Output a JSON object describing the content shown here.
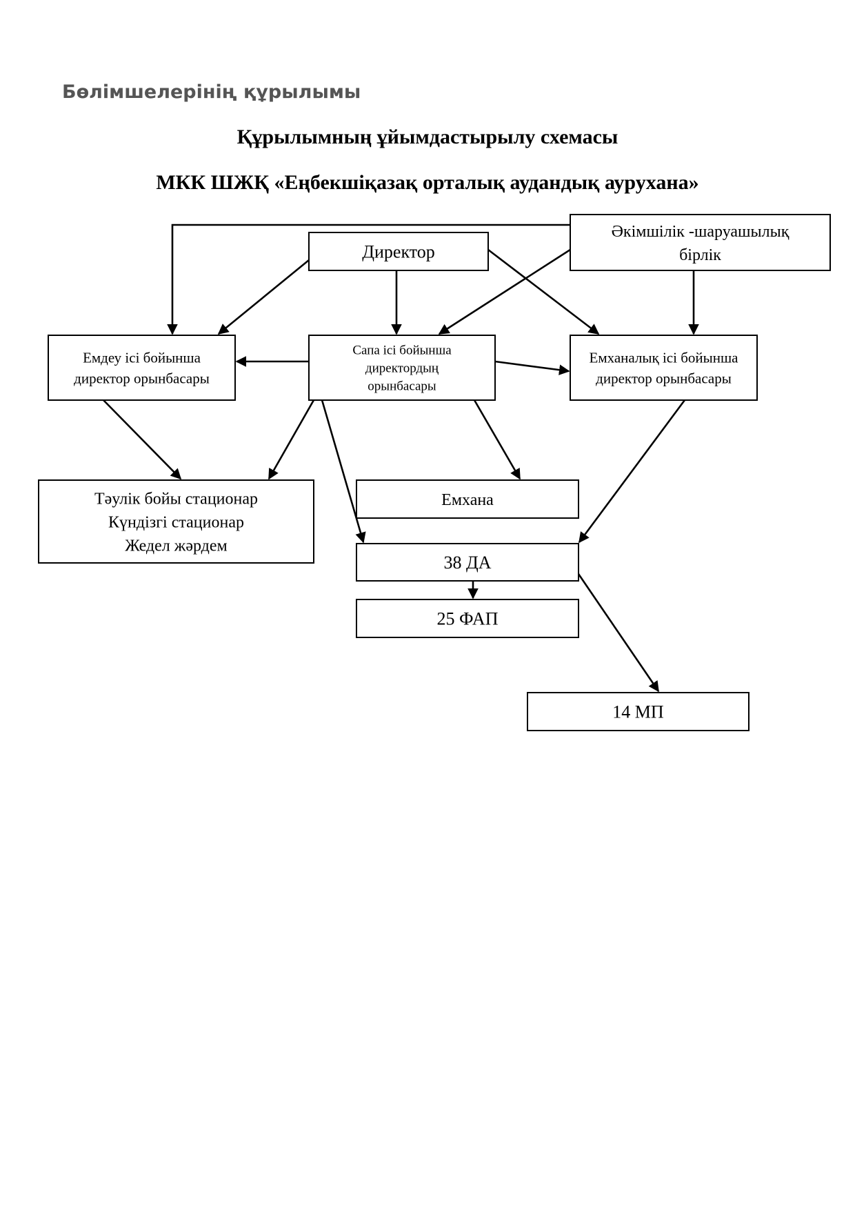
{
  "page": {
    "section_heading": "Бөлімшелерінің құрылымы",
    "title_line1": "Құрылымның ұйымдастырылу схемасы",
    "title_line2": "МКК ШЖҚ «Еңбекшіқазақ орталық аудандық аурухана»"
  },
  "diagram": {
    "nodes": {
      "director": [
        "Директор"
      ],
      "admin": [
        "Әкімшілік -шаруашылық",
        "бірлік"
      ],
      "deputy_treatment": [
        "Емдеу ісі бойынша",
        "директор орынбасары"
      ],
      "deputy_quality": [
        "Сапа ісі бойынша",
        "директордың",
        "орынбасары"
      ],
      "deputy_polyclinic": [
        "Емханалық ісі бойынша",
        "директор орынбасары"
      ],
      "stationary": [
        "Тәулік бойы стационар",
        "Күндізгі стационар",
        "Жедел жәрдем"
      ],
      "polyclinic": [
        "Емхана"
      ],
      "da": [
        "38 ДА"
      ],
      "fap": [
        "25 ФАП"
      ],
      "mp": [
        "14 МП"
      ]
    },
    "edges": [
      [
        "admin",
        "deputy_treatment"
      ],
      [
        "director",
        "deputy_treatment"
      ],
      [
        "director",
        "deputy_quality"
      ],
      [
        "director",
        "deputy_polyclinic"
      ],
      [
        "admin",
        "deputy_quality"
      ],
      [
        "admin",
        "deputy_polyclinic"
      ],
      [
        "deputy_quality",
        "deputy_treatment"
      ],
      [
        "deputy_quality",
        "deputy_polyclinic"
      ],
      [
        "deputy_treatment",
        "stationary"
      ],
      [
        "deputy_quality",
        "stationary"
      ],
      [
        "deputy_quality",
        "da"
      ],
      [
        "deputy_quality",
        "polyclinic"
      ],
      [
        "deputy_polyclinic",
        "da"
      ],
      [
        "da",
        "fap"
      ],
      [
        "da",
        "mp"
      ]
    ]
  }
}
